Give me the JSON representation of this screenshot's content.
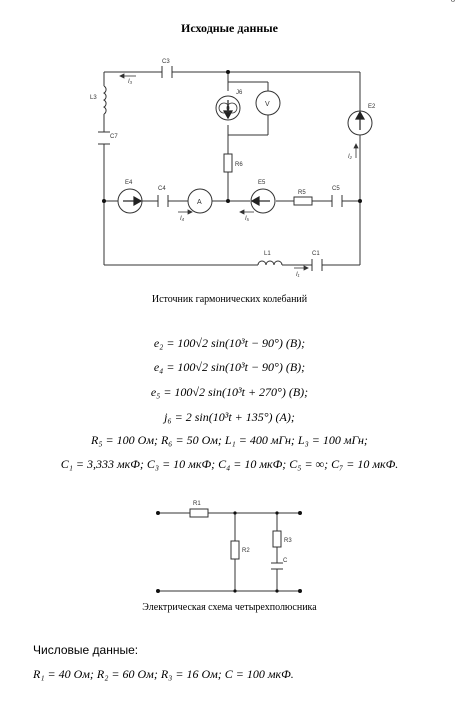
{
  "page": {
    "page_number": "6",
    "title": "Исходные данные",
    "circuit1_caption": "Источник гармонических колебаний",
    "circuit2_caption": "Электрическая схема четырехполюсника",
    "numeric_heading": "Числовые данные:"
  },
  "equations": [
    "e₂ = 100√2 sin(10³t − 90°) (В);",
    "e₄ = 100√2 sin(10³t − 90°) (В);",
    "e₅ = 100√2 sin(10³t + 270°) (В);",
    "j₆ = 2 sin(10³t + 135°) (А);",
    "R₅ = 100 Ом; R₆ = 50 Ом; L₁ = 400 мГн; L₃ = 100 мГн;",
    "C₁ = 3,333 мкФ; C₃ = 10 мкФ; C₄ = 10 мкФ; C₅ = ∞; C₇ = 10 мкФ."
  ],
  "numeric_values": "R₁ = 40 Ом;  R₂ = 60 Ом;  R₃ = 16 Ом;  C = 100 мкФ.",
  "circuit1_labels": {
    "C3": "C3",
    "L3": "L3",
    "C7": "C7",
    "J6": "J6",
    "V": "V",
    "R6": "R6",
    "E2": "E2",
    "E4": "E4",
    "C4": "C4",
    "A": "A",
    "E5": "E5",
    "R5": "R5",
    "C5": "C5",
    "L1": "L1",
    "C1": "C1",
    "I3": "I₃",
    "I2": "I₂",
    "I4": "I₄",
    "I5": "I₅",
    "I1": "I₁"
  },
  "circuit2_labels": {
    "R1": "R1",
    "R2": "R2",
    "R3": "R3",
    "C": "C"
  }
}
